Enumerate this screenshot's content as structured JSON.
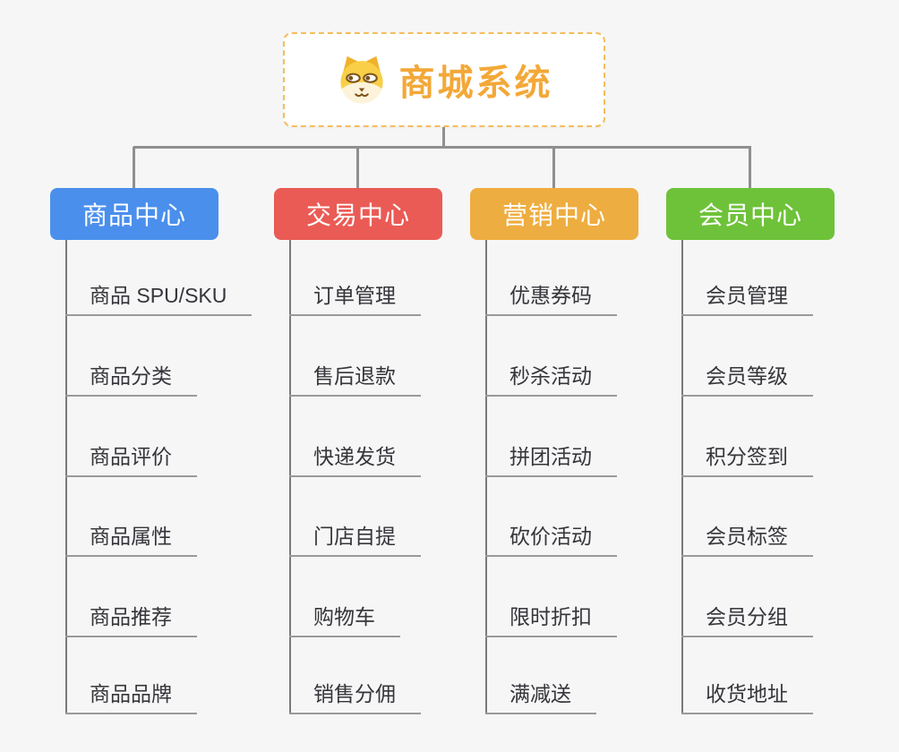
{
  "root": {
    "title": "商城系统",
    "icon": "doge-icon"
  },
  "branches": [
    {
      "label": "商品中心",
      "color": "#4a8fec",
      "children": [
        "商品 SPU/SKU",
        "商品分类",
        "商品评价",
        "商品属性",
        "商品推荐",
        "商品品牌"
      ]
    },
    {
      "label": "交易中心",
      "color": "#ea5b55",
      "children": [
        "订单管理",
        "售后退款",
        "快递发货",
        "门店自提",
        "购物车",
        "销售分佣"
      ]
    },
    {
      "label": "营销中心",
      "color": "#eead40",
      "children": [
        "优惠券码",
        "秒杀活动",
        "拼团活动",
        "砍价活动",
        "限时折扣",
        "满减送"
      ]
    },
    {
      "label": "会员中心",
      "color": "#6ec239",
      "children": [
        "会员管理",
        "会员等级",
        "积分签到",
        "会员标签",
        "会员分组",
        "收货地址"
      ]
    }
  ],
  "colors": {
    "background": "#f6f6f6",
    "connector": "#8f8f8f",
    "trunk": "#7a7a7a",
    "underline": "#9a9a9a",
    "root_border": "#f5bd5e",
    "root_text": "#f3a838",
    "child_text": "#35353b",
    "branch_text": "#ffffff"
  }
}
